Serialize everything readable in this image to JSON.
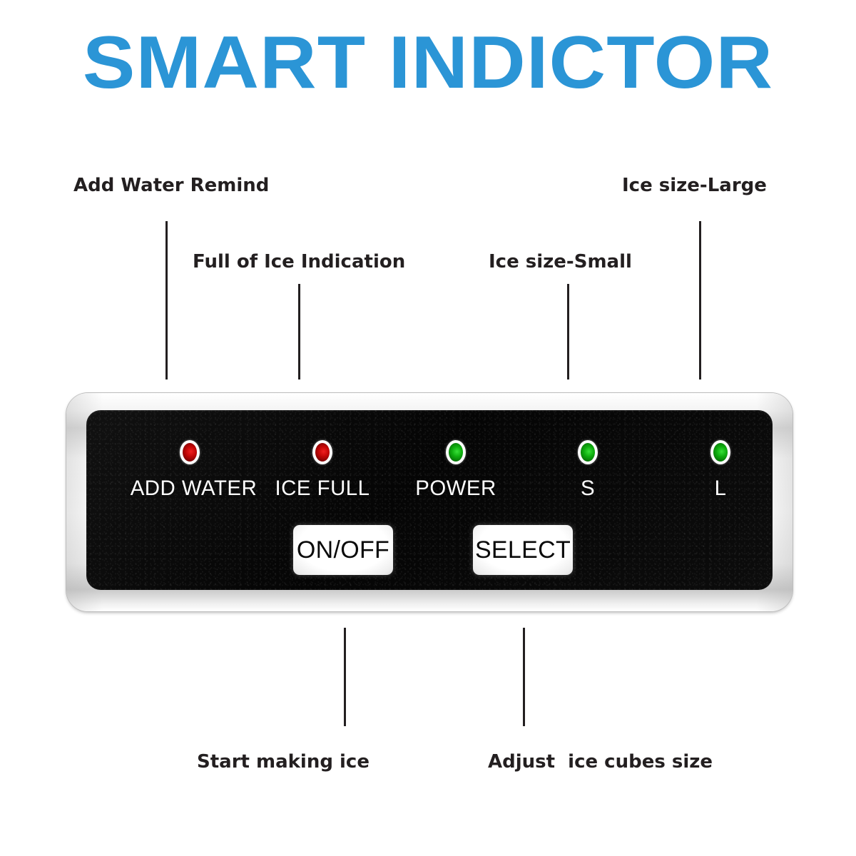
{
  "title": "SMART INDICTOR",
  "colors": {
    "title_blue": "#2b95d6",
    "label_dark": "#231f20",
    "panel_black": "#070707",
    "bezel_silver": "#f2f2f2",
    "led_red": "#c40707",
    "led_green": "#0fae0f",
    "button_white": "#ffffff"
  },
  "callouts": {
    "add_water_remind": "Add Water Remind",
    "full_of_ice_indication": "Full of Ice Indication",
    "ice_size_small": "Ice size-Small",
    "ice_size_large": "Ice size-Large",
    "start_making_ice": "Start making ice",
    "adjust_ice_cubes_size": "Adjust  ice cubes size"
  },
  "panel": {
    "leds": [
      {
        "label": "ADD WATER",
        "color": "red",
        "icon": "led-indicator-icon"
      },
      {
        "label": "ICE FULL",
        "color": "red",
        "icon": "led-indicator-icon"
      },
      {
        "label": "POWER",
        "color": "green",
        "icon": "led-indicator-icon"
      },
      {
        "label": "S",
        "color": "green",
        "icon": "led-indicator-icon"
      },
      {
        "label": "L",
        "color": "green",
        "icon": "led-indicator-icon"
      }
    ],
    "buttons": [
      {
        "label": "ON/OFF"
      },
      {
        "label": "SELECT"
      }
    ]
  }
}
